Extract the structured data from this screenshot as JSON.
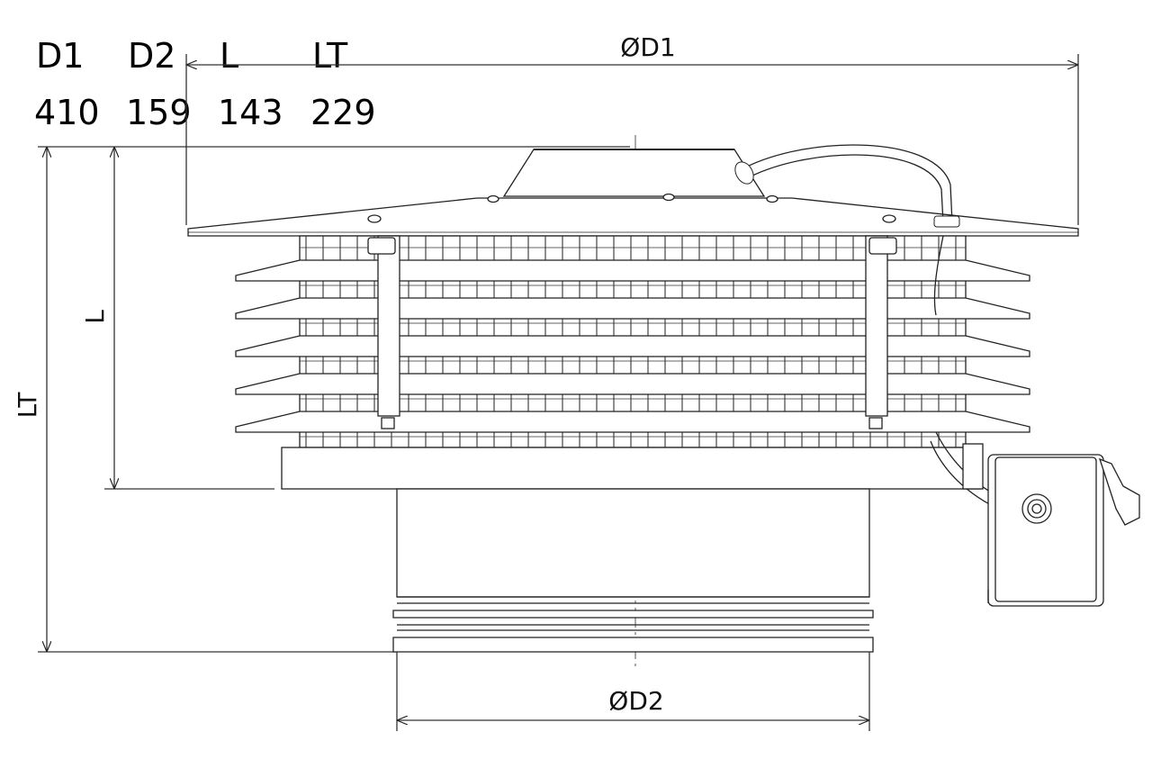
{
  "table": {
    "headers": [
      "D1",
      "D2",
      "L",
      "LT"
    ],
    "values": [
      "410",
      "159",
      "143",
      "229"
    ]
  },
  "dimensions": {
    "d1_label": "ØD1",
    "d2_label": "ØD2",
    "l_label": "L",
    "lt_label": "LT"
  }
}
